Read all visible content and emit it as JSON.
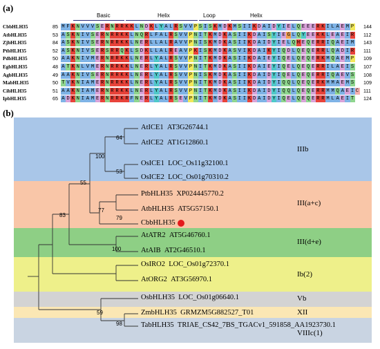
{
  "panel_a_label": "(a)",
  "panel_b_label": "(b)",
  "alignment": {
    "domains": [
      "Basic",
      "Helix",
      "Loop",
      "Helix"
    ],
    "rows": [
      {
        "name": "CbbHLH35",
        "start": "85",
        "seq": "MFKNVVVSERNRRKKLNDKLYALRSVVPSISKMDKMSIIKDAIDYIELQEEERKILAEMP",
        "end": "144"
      },
      {
        "name": "AtbHLH35",
        "start": "53",
        "seq": "ASKNIVSERNRRKKLNQRLFALRSVVPNITKMDKASIIKDAISYIEGLQYEEKKLEAEIR",
        "end": "112"
      },
      {
        "name": "ZjbHLH35",
        "start": "84",
        "seq": "ASKNIVSERNRRKKLNERLLALRAVVPNISKMDKASIIKDAIDYIELQHEQERRIQAEIM",
        "end": "143"
      },
      {
        "name": "PtbHLH35",
        "start": "52",
        "seq": "ASKNIVSERSRRQKLSDKLLALREAVPKISKMDKASVIKDAIKYIQDLQEQERRLQADIR",
        "end": "111"
      },
      {
        "name": "PdbHLH35",
        "start": "50",
        "seq": "AAKNIVMERNRRKKLNERLYALRSVVPNITKMDKASIIKDAIEYIQELQEQERKMQAEMP",
        "end": "109"
      },
      {
        "name": "EgbHLH35",
        "start": "48",
        "seq": "ATKNLVMERNRRKKLNERLYALRSVVPNITKMDKASIIKDAIEYIQELQEQERRILAEIS",
        "end": "107"
      },
      {
        "name": "AgbHLH35",
        "start": "49",
        "seq": "AAKNIVSERNRRKKLNERLYALRSVVPNISKMDKASIIKDAIDYIQELQEQERRIQAEVS",
        "end": "108"
      },
      {
        "name": "MabHLH35",
        "start": "50",
        "seq": "TVKNIAMERNRRKKLNERLYALRSVVPNITKMDKASIIKDAIDYIQQLQEQERKMMAEMS",
        "end": "109"
      },
      {
        "name": "CibHLH35",
        "start": "51",
        "seq": "AAKNIAMERNRRKKLNERLYALRSVVPNITKMDKASIIKDAIDYIQQLQEQERRMMQAEIC",
        "end": "111"
      },
      {
        "name": "IpbHLH35",
        "start": "65",
        "seq": "ADKNIAMERNRRKRFNERLYALRSEVPNITKMDKASIIKDAIDYIQELQEQERRMLAEIT",
        "end": "124"
      }
    ]
  },
  "tree": {
    "leaves": [
      {
        "name": "AtICE1",
        "id": "AT3G26744.1"
      },
      {
        "name": "AtICE2",
        "id": "AT1G12860.1"
      },
      {
        "name": "OsICE1",
        "id": "LOC_Os11g32100.1"
      },
      {
        "name": "OsICE2",
        "id": "LOC_Os01g70310.2"
      },
      {
        "name": "PtbHLH35",
        "id": "XP024445770.2"
      },
      {
        "name": "AtbHLH35",
        "id": "AT5G57150.1"
      },
      {
        "name": "CbbHLH35",
        "id": ""
      },
      {
        "name": "AtATR2",
        "id": "AT5G46760.1"
      },
      {
        "name": "AtAIB",
        "id": "AT2G46510.1"
      },
      {
        "name": "OsIRO2",
        "id": "LOC_Os01g72370.1"
      },
      {
        "name": "AtORG2",
        "id": "AT3G56970.1"
      },
      {
        "name": "OsbHLH35",
        "id": "LOC_Os01g06640.1"
      },
      {
        "name": "ZmbHLH35",
        "id": "GRMZM5G882527_T01"
      },
      {
        "name": "TabHLH35",
        "id": "TRIAE_CS42_7BS_TGACv1_591858_AA1923730.1"
      }
    ],
    "bootstraps": [
      "64",
      "100",
      "53",
      "55",
      "77",
      "79",
      "83",
      "100",
      "59",
      "98"
    ],
    "clades": [
      "IIIb",
      "III(a+c)",
      "III(d+e)",
      "Ib(2)",
      "Vb",
      "XII",
      "VIIIc(1)"
    ],
    "band_colors": [
      "#a9c6e8",
      "#f9c6a8",
      "#8ecf85",
      "#eef08a",
      "#d3d3d3",
      "#fbe7b4",
      "#c9d4e2"
    ]
  }
}
